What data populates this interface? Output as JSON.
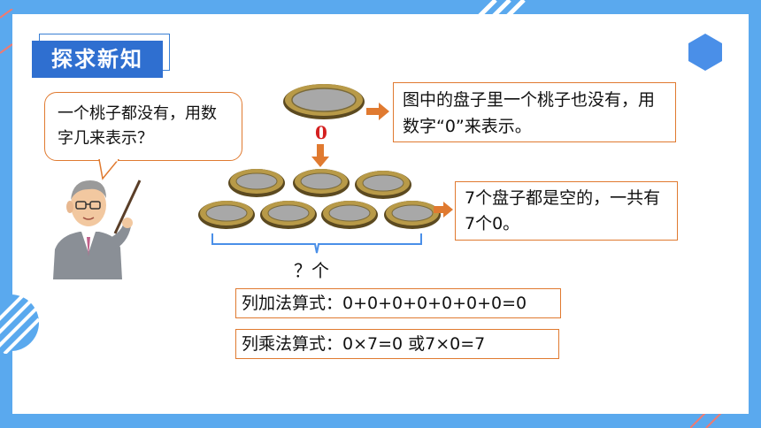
{
  "slide": {
    "section_title": "探求新知",
    "question": "一个桃子都没有，用数字几来表示？",
    "zero_label": "0",
    "explanation_1": "图中的盘子里一个桃子也没有，用数字“0”来表示。",
    "explanation_2": "7个盘子都是空的，一共有7个0。",
    "count_question": "？个",
    "addition_formula": "列加法算式：0+0+0+0+0+0+0=0",
    "multiplication_formula": "列乘法算式：0×7=0 或7×0=7",
    "plate_count": 7
  },
  "colors": {
    "background_blue": "#5aa9ee",
    "title_blue": "#2f6fd0",
    "border_orange": "#e07a30",
    "zero_red": "#d42020",
    "hexagon_blue": "#4a8fe8"
  }
}
